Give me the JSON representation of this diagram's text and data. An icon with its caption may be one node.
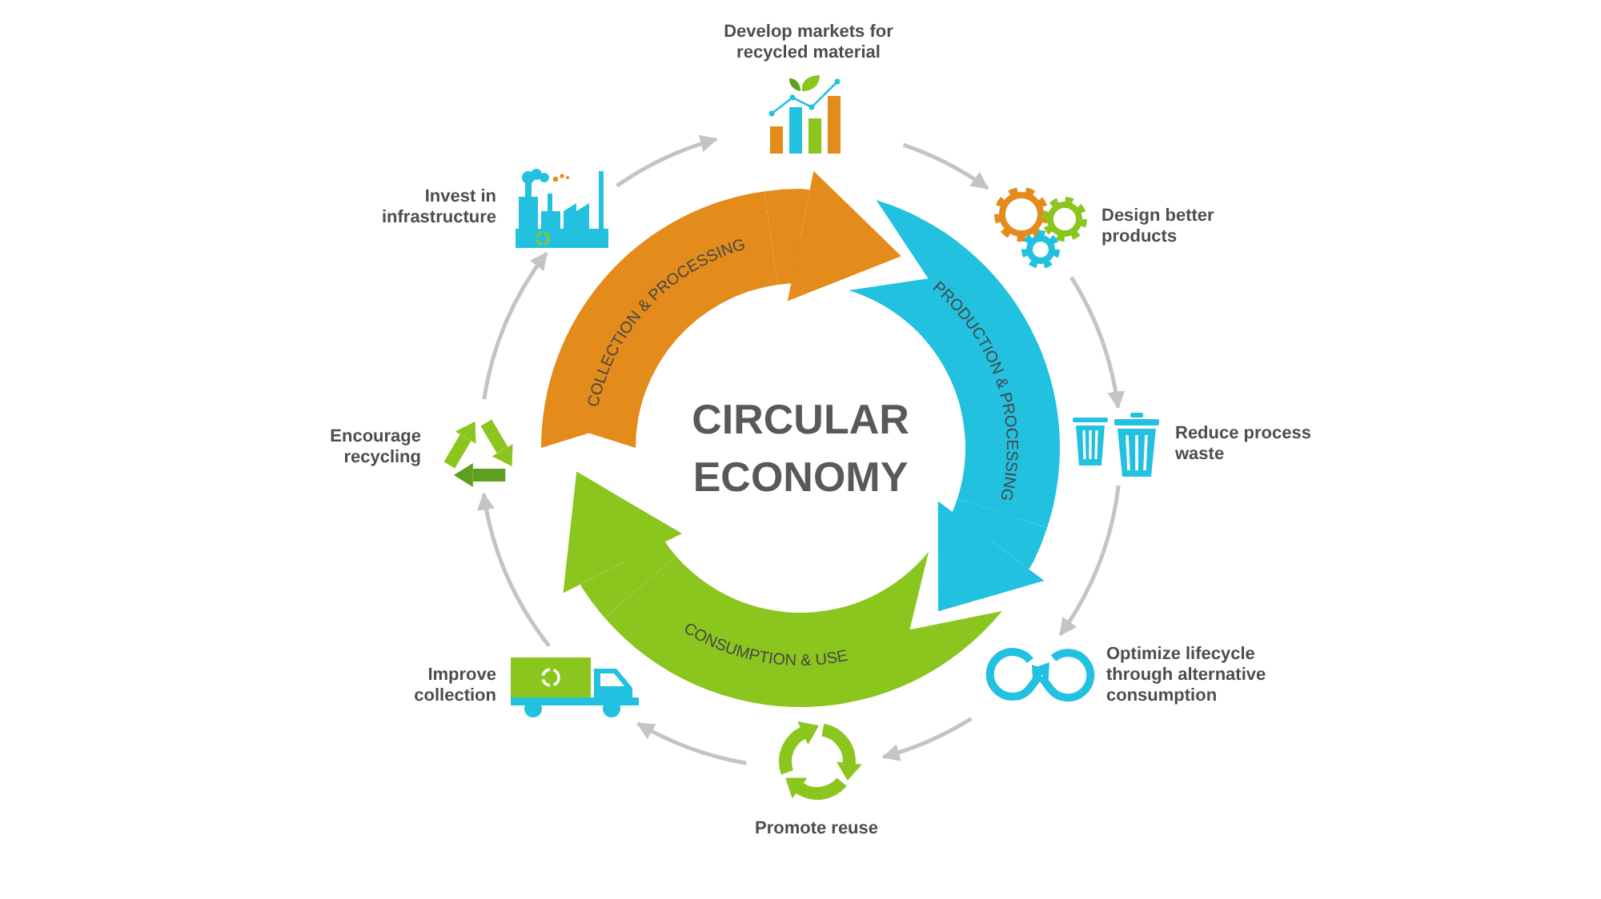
{
  "diagram": {
    "title": "CIRCULAR ECONOMY",
    "nodes": [
      {
        "text": [
          "COLLECTION & PROCESSING"
        ]
      },
      {
        "text": [
          "PRODUCTION & PROCESSING"
        ]
      },
      {
        "text": [
          "CONSUMPTION & USE"
        ]
      },
      {
        "text": [
          "Develop markets for recycled material"
        ]
      },
      {
        "text": [
          "Design better products"
        ]
      },
      {
        "text": [
          "Reduce process waste"
        ]
      },
      {
        "text": [
          "Optimize lifecycle through alternative consumption"
        ]
      },
      {
        "text": [
          "Promote reuse"
        ]
      },
      {
        "text": [
          "Improve collection"
        ]
      },
      {
        "text": [
          "Encourage recycling"
        ]
      },
      {
        "text": [
          "Invest in infrastructure"
        ]
      }
    ],
    "edges": [
      {
        "from": 0,
        "to": 1,
        "arrow": "to",
        "style": "thick",
        "color": "#e38b1b"
      },
      {
        "from": 1,
        "to": 2,
        "arrow": "to",
        "style": "thick",
        "color": "#22c1df"
      },
      {
        "from": 2,
        "to": 0,
        "arrow": "to",
        "style": "thick",
        "color": "#8bc61f"
      },
      {
        "from": 3,
        "to": 4,
        "arrow": "to"
      },
      {
        "from": 4,
        "to": 5,
        "arrow": "to"
      },
      {
        "from": 5,
        "to": 6,
        "arrow": "to"
      },
      {
        "from": 6,
        "to": 7,
        "arrow": "to"
      },
      {
        "from": 7,
        "to": 8,
        "arrow": "to"
      },
      {
        "from": 8,
        "to": 9,
        "arrow": "to"
      },
      {
        "from": 9,
        "to": 10,
        "arrow": "to"
      },
      {
        "from": 10,
        "to": 3,
        "arrow": "to"
      }
    ]
  }
}
